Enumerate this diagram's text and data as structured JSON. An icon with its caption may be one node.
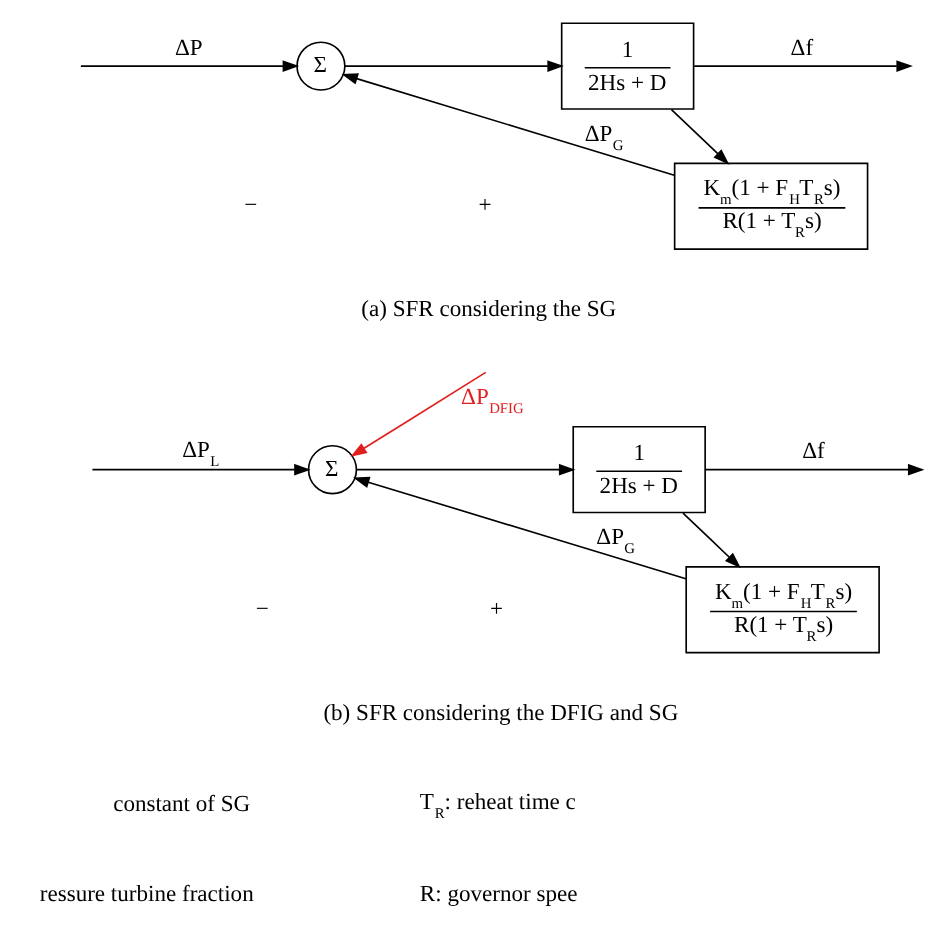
{
  "diagram": {
    "nodes": [
      {
        "text": [
          "Σ"
        ]
      },
      {
        "text": [
          "1",
          "2Hs + D"
        ]
      },
      {
        "text": [
          "K$_{m}$(1 + F$_{H}$T$_{R}$s)",
          "R(1 + T$_{R}$s)"
        ]
      },
      {
        "text": [
          "Σ"
        ]
      },
      {
        "text": [
          "1",
          "2Hs + D"
        ]
      },
      {
        "text": [
          "K$_{m}$(1 + F$_{H}$T$_{R}$s)",
          "R(1 + T$_{R}$s)"
        ]
      }
    ],
    "edges": [
      {
        "from": null,
        "to": 0,
        "arrow": "to",
        "label": "ΔP"
      },
      {
        "from": 0,
        "to": 1,
        "arrow": "to"
      },
      {
        "from": 1,
        "to": null,
        "arrow": "to",
        "label": "Δf"
      },
      {
        "from": 1,
        "to": 2,
        "arrow": "to"
      },
      {
        "from": 2,
        "to": 0,
        "arrow": "to",
        "label": "ΔP$_{G}$"
      },
      {
        "from": null,
        "to": 3,
        "arrow": "to",
        "label": "ΔP$_{L}$"
      },
      {
        "from": null,
        "to": 3,
        "arrow": "to",
        "label": "ΔP$_{DFIG}$",
        "color": "#e02020"
      },
      {
        "from": 3,
        "to": 4,
        "arrow": "to"
      },
      {
        "from": 4,
        "to": null,
        "arrow": "to",
        "label": "Δf"
      },
      {
        "from": 4,
        "to": 5,
        "arrow": "to"
      },
      {
        "from": 5,
        "to": 3,
        "arrow": "to",
        "label": "ΔP$_{G}$"
      }
    ],
    "labels": [
      "+",
      "−",
      "(a) SFR considering the SG",
      "+",
      "−",
      "(b) SFR considering the DFIG and SG",
      "constant of SG",
      "T$_{R}$: reheat time c",
      "ressure turbine fraction",
      "R: governor spee"
    ]
  }
}
